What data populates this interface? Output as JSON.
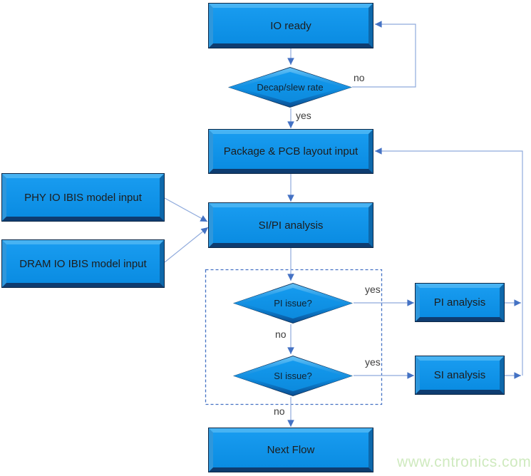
{
  "diagram": {
    "nodes": {
      "io_ready": {
        "label": "IO ready"
      },
      "decap_slew": {
        "label": "Decap/slew rate"
      },
      "package_pcb": {
        "label": "Package & PCB layout input"
      },
      "phy_ibis": {
        "label": "PHY IO IBIS model input"
      },
      "dram_ibis": {
        "label": "DRAM IO IBIS model input"
      },
      "sipi_analysis": {
        "label": "SI/PI analysis"
      },
      "pi_issue": {
        "label": "PI issue?"
      },
      "si_issue": {
        "label": "SI issue?"
      },
      "pi_analysis": {
        "label": "PI analysis"
      },
      "si_analysis": {
        "label": "SI analysis"
      },
      "next_flow": {
        "label": "Next Flow"
      }
    },
    "edge_labels": {
      "decap_no": "no",
      "decap_yes": "yes",
      "pi_yes": "yes",
      "pi_no": "no",
      "si_yes": "yes",
      "si_no": "no"
    },
    "colors": {
      "node_fill": "#0c92e9",
      "node_bevel_light": "#47b3f3",
      "node_bevel_dark": "#0e3c70",
      "node_outline": "#0b2747",
      "connector_line": "#8faadc",
      "arrowhead": "#4472c4",
      "dashed_region_border": "#4472c4",
      "edge_label_text": "#3c3c3c",
      "node_text": "#1d1d1d",
      "watermark_text": "#cfeabf"
    },
    "watermark": "www.cntronics.com"
  }
}
